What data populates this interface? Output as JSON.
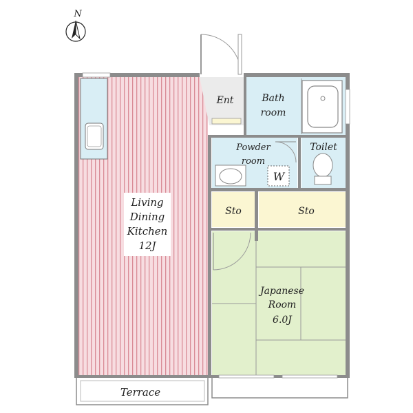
{
  "compass": {
    "label": "N"
  },
  "rooms": {
    "ldk": {
      "lines": [
        "Living",
        "Dining",
        "Kitchen",
        "12J"
      ]
    },
    "entrance": {
      "label": "Ent"
    },
    "bath": {
      "lines": [
        "Bath",
        "room"
      ]
    },
    "powder": {
      "lines": [
        "Powder",
        "room"
      ]
    },
    "washer": {
      "label": "W"
    },
    "toilet": {
      "label": "Toilet"
    },
    "storage_small": {
      "label": "Sto"
    },
    "storage_large": {
      "label": "Sto"
    },
    "japanese": {
      "lines": [
        "Japanese",
        "Room",
        "6.0J"
      ]
    },
    "terrace": {
      "label": "Terrace"
    }
  },
  "colors": {
    "ldk_fill": "#f7dde1",
    "ldk_stripe": "#d98c97",
    "wet_fill": "#d9eef5",
    "storage_fill": "#fbf6d2",
    "tatami_fill": "#e2f0cc",
    "entrance_fill": "#ebebeb",
    "wall": "#8c8c8c"
  }
}
